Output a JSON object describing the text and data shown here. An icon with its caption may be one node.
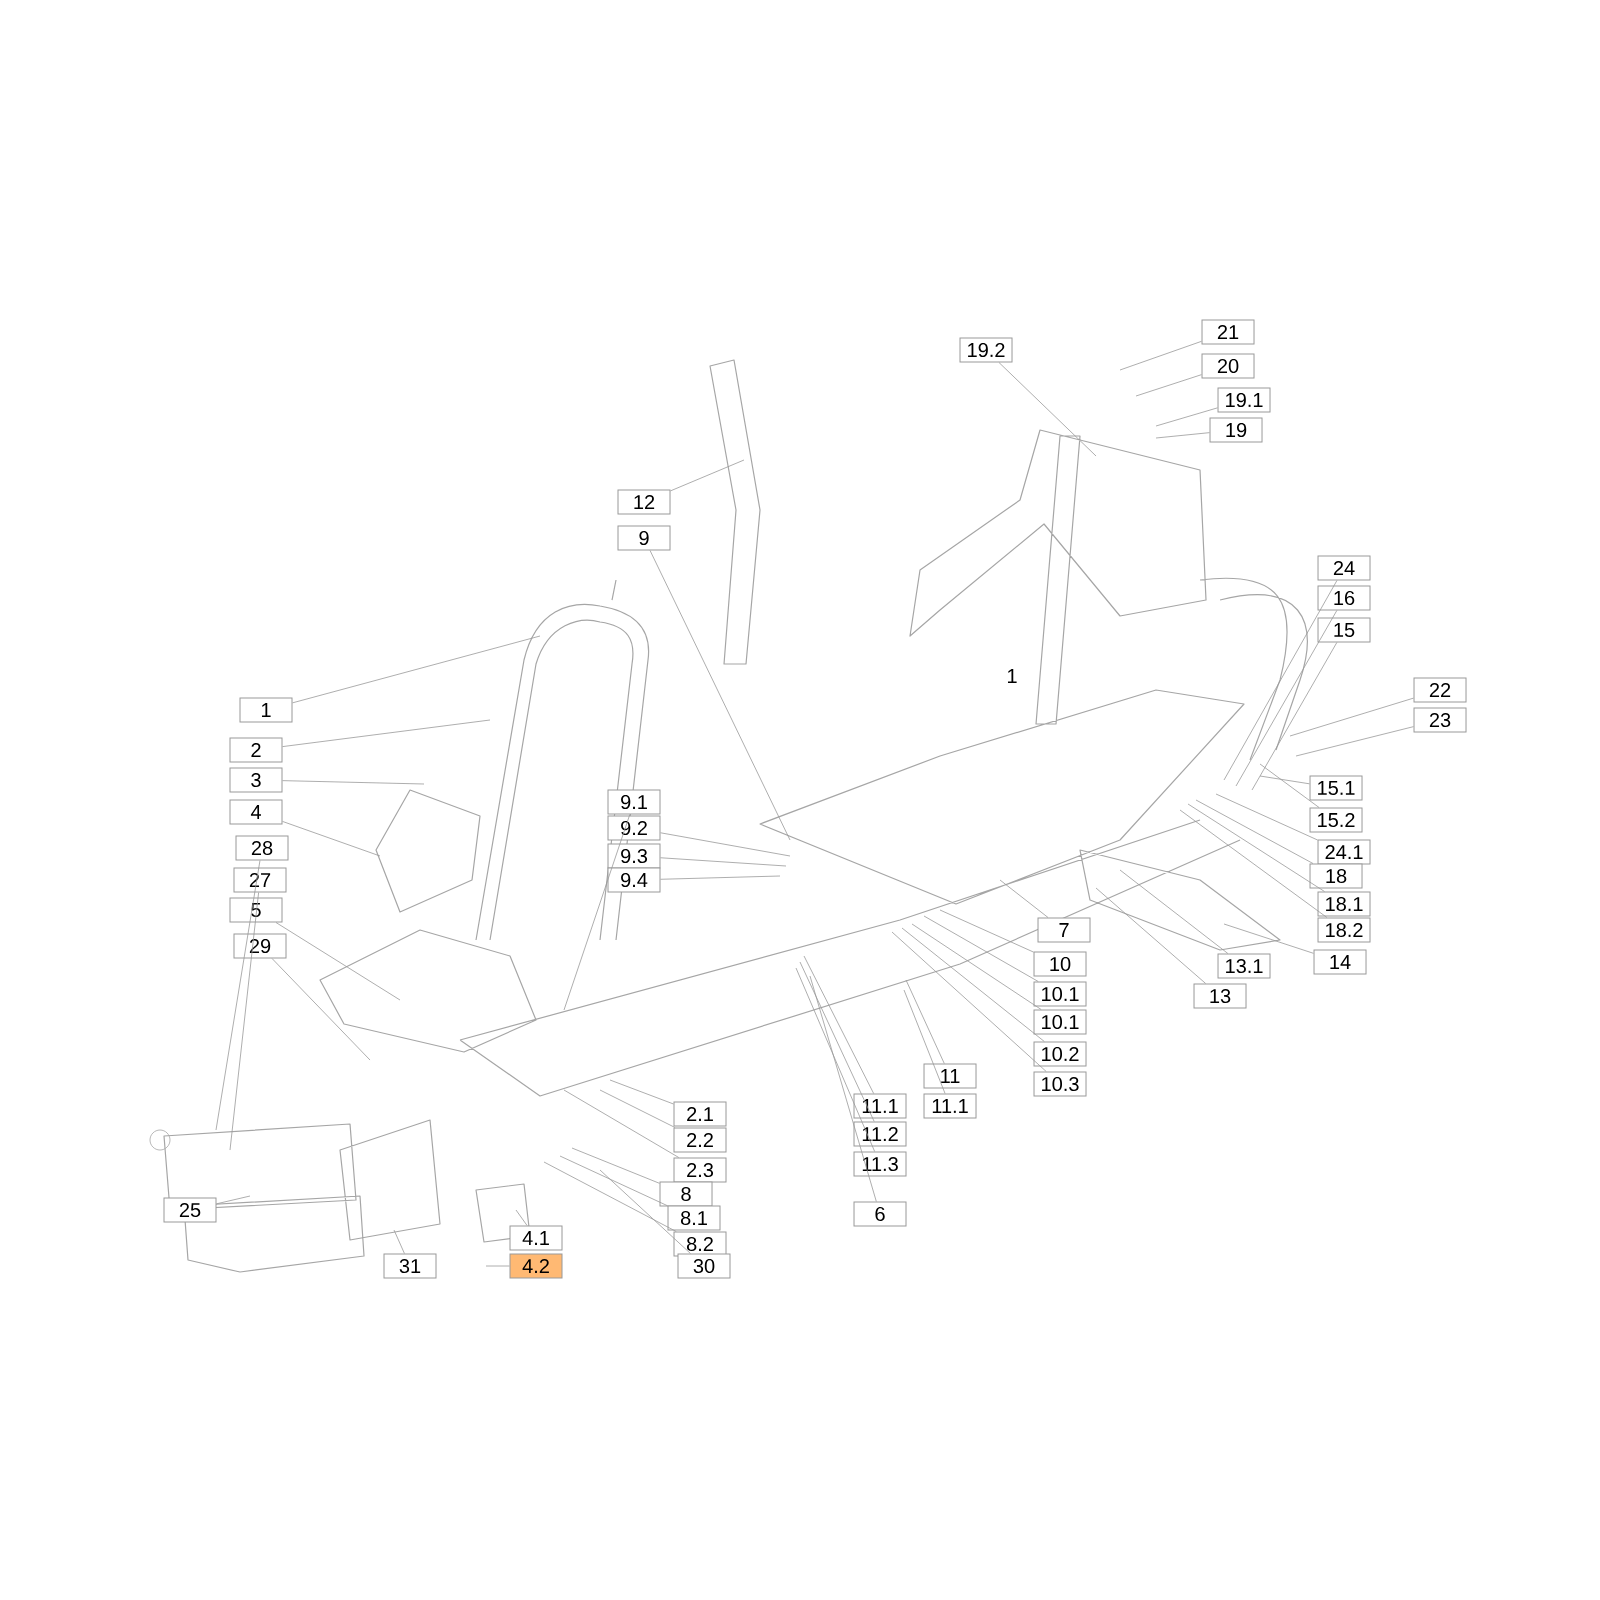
{
  "diagram": {
    "nodes": [
      {
        "text": [
          "21"
        ]
      },
      {
        "text": [
          "19.2"
        ]
      },
      {
        "text": [
          "20"
        ]
      },
      {
        "text": [
          "19.1"
        ]
      },
      {
        "text": [
          "19"
        ]
      },
      {
        "text": [
          "12"
        ]
      },
      {
        "text": [
          "9"
        ]
      },
      {
        "text": [
          "24"
        ]
      },
      {
        "text": [
          "16"
        ]
      },
      {
        "text": [
          "15"
        ]
      },
      {
        "text": [
          "22"
        ]
      },
      {
        "text": [
          "1"
        ]
      },
      {
        "text": [
          "23"
        ]
      },
      {
        "text": [
          "2"
        ]
      },
      {
        "text": [
          "3"
        ]
      },
      {
        "text": [
          "15.1"
        ]
      },
      {
        "text": [
          "9.1"
        ]
      },
      {
        "text": [
          "4"
        ]
      },
      {
        "text": [
          "15.2"
        ]
      },
      {
        "text": [
          "9.2"
        ]
      },
      {
        "text": [
          "28"
        ]
      },
      {
        "text": [
          "24.1"
        ]
      },
      {
        "text": [
          "9.3"
        ]
      },
      {
        "text": [
          "18"
        ]
      },
      {
        "text": [
          "27"
        ]
      },
      {
        "text": [
          "9.4"
        ]
      },
      {
        "text": [
          "18.1"
        ]
      },
      {
        "text": [
          "5"
        ]
      },
      {
        "text": [
          "7"
        ]
      },
      {
        "text": [
          "18.2"
        ]
      },
      {
        "text": [
          "29"
        ]
      },
      {
        "text": [
          "14"
        ]
      },
      {
        "text": [
          "10"
        ]
      },
      {
        "text": [
          "13.1"
        ]
      },
      {
        "text": [
          "10.1"
        ]
      },
      {
        "text": [
          "13"
        ]
      },
      {
        "text": [
          "10.1"
        ]
      },
      {
        "text": [
          "10.2"
        ]
      },
      {
        "text": [
          "11"
        ]
      },
      {
        "text": [
          "10.3"
        ]
      },
      {
        "text": [
          "11.1"
        ]
      },
      {
        "text": [
          "11.1"
        ]
      },
      {
        "text": [
          "2.1"
        ]
      },
      {
        "text": [
          "11.2"
        ]
      },
      {
        "text": [
          "2.2"
        ]
      },
      {
        "text": [
          "11.3"
        ]
      },
      {
        "text": [
          "2.3"
        ]
      },
      {
        "text": [
          "8"
        ]
      },
      {
        "text": [
          "25"
        ]
      },
      {
        "text": [
          "6"
        ]
      },
      {
        "text": [
          "8.1"
        ]
      },
      {
        "text": [
          "4.1"
        ]
      },
      {
        "text": [
          "8.2"
        ]
      },
      {
        "text": [
          "31"
        ]
      },
      {
        "text": [
          "4.2"
        ]
      },
      {
        "text": [
          "30"
        ]
      }
    ],
    "edges": [
      {
        "from": 0,
        "to": null,
        "arrow": "none"
      },
      {
        "from": 1,
        "to": null,
        "arrow": "none"
      },
      {
        "from": 2,
        "to": null,
        "arrow": "none"
      },
      {
        "from": 3,
        "to": null,
        "arrow": "none"
      },
      {
        "from": 4,
        "to": null,
        "arrow": "none"
      },
      {
        "from": 5,
        "to": null,
        "arrow": "none"
      },
      {
        "from": 6,
        "to": null,
        "arrow": "none"
      },
      {
        "from": 7,
        "to": null,
        "arrow": "none"
      },
      {
        "from": 8,
        "to": null,
        "arrow": "none"
      },
      {
        "from": 9,
        "to": null,
        "arrow": "none"
      },
      {
        "from": 10,
        "to": null,
        "arrow": "none"
      },
      {
        "from": 11,
        "to": null,
        "arrow": "none"
      },
      {
        "from": 12,
        "to": null,
        "arrow": "none"
      },
      {
        "from": 13,
        "to": null,
        "arrow": "none"
      },
      {
        "from": 14,
        "to": null,
        "arrow": "none"
      },
      {
        "from": 15,
        "to": null,
        "arrow": "none"
      },
      {
        "from": 16,
        "to": null,
        "arrow": "none"
      },
      {
        "from": 17,
        "to": null,
        "arrow": "none"
      },
      {
        "from": 18,
        "to": null,
        "arrow": "none"
      },
      {
        "from": 19,
        "to": null,
        "arrow": "none"
      },
      {
        "from": 20,
        "to": null,
        "arrow": "none"
      },
      {
        "from": 21,
        "to": null,
        "arrow": "none"
      },
      {
        "from": 22,
        "to": null,
        "arrow": "none"
      },
      {
        "from": 23,
        "to": null,
        "arrow": "none"
      },
      {
        "from": 24,
        "to": null,
        "arrow": "none"
      },
      {
        "from": 25,
        "to": null,
        "arrow": "none"
      },
      {
        "from": 26,
        "to": null,
        "arrow": "none"
      },
      {
        "from": 27,
        "to": null,
        "arrow": "none"
      },
      {
        "from": 28,
        "to": null,
        "arrow": "none"
      },
      {
        "from": 29,
        "to": null,
        "arrow": "none"
      },
      {
        "from": 30,
        "to": null,
        "arrow": "none"
      },
      {
        "from": 31,
        "to": null,
        "arrow": "none"
      },
      {
        "from": 32,
        "to": null,
        "arrow": "none"
      },
      {
        "from": 33,
        "to": null,
        "arrow": "none"
      },
      {
        "from": 34,
        "to": null,
        "arrow": "none"
      },
      {
        "from": 35,
        "to": null,
        "arrow": "none"
      },
      {
        "from": 36,
        "to": null,
        "arrow": "none"
      },
      {
        "from": 37,
        "to": null,
        "arrow": "none"
      },
      {
        "from": 38,
        "to": null,
        "arrow": "none"
      },
      {
        "from": 39,
        "to": null,
        "arrow": "none"
      },
      {
        "from": 40,
        "to": null,
        "arrow": "none"
      },
      {
        "from": 41,
        "to": null,
        "arrow": "none"
      },
      {
        "from": 42,
        "to": null,
        "arrow": "none"
      },
      {
        "from": 43,
        "to": null,
        "arrow": "none"
      },
      {
        "from": 44,
        "to": null,
        "arrow": "none"
      },
      {
        "from": 45,
        "to": null,
        "arrow": "none"
      },
      {
        "from": 46,
        "to": null,
        "arrow": "none"
      },
      {
        "from": 47,
        "to": null,
        "arrow": "none"
      },
      {
        "from": 48,
        "to": null,
        "arrow": "none"
      },
      {
        "from": 49,
        "to": null,
        "arrow": "none"
      },
      {
        "from": 50,
        "to": null,
        "arrow": "none"
      },
      {
        "from": 51,
        "to": null,
        "arrow": "none"
      },
      {
        "from": 52,
        "to": null,
        "arrow": "none"
      },
      {
        "from": 53,
        "to": null,
        "arrow": "none"
      },
      {
        "from": 54,
        "to": null,
        "arrow": "none"
      },
      {
        "from": 55,
        "to": null,
        "arrow": "none"
      }
    ],
    "labels": [
      "1"
    ]
  }
}
